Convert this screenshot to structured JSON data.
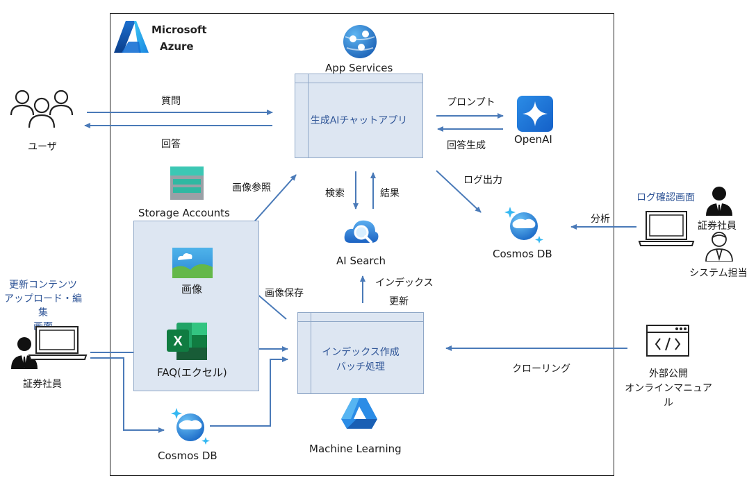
{
  "azure": {
    "line1": "Microsoft",
    "line2": "Azure"
  },
  "user": {
    "label": "ユーザ"
  },
  "edges": {
    "question": "質問",
    "answer": "回答",
    "prompt": "プロンプト",
    "answer_gen": "回答生成",
    "log_output": "ログ出力",
    "search": "検索",
    "result": "結果",
    "image_ref": "画像参照",
    "image_save": "画像保存",
    "index_update_1": "インデックス",
    "index_update_2": "更新",
    "analysis": "分析",
    "crawling": "クローリング"
  },
  "app_services": {
    "label": "App Services",
    "app": "生成AIチャットアプリ"
  },
  "openai": {
    "label": "OpenAI"
  },
  "cosmos_right": {
    "label": "Cosmos DB"
  },
  "cosmos_bottom": {
    "label": "Cosmos DB"
  },
  "ai_search": {
    "label": "AI Search"
  },
  "storage": {
    "label": "Storage Accounts",
    "image": "画像",
    "faq": "FAQ(エクセル)"
  },
  "batch": {
    "line1": "インデックス作成",
    "line2": "バッチ処理"
  },
  "ml": {
    "label": "Machine  Learning"
  },
  "log_screen": {
    "title": "ログ確認画面",
    "employee": "証券社員",
    "sysadmin": "システム担当"
  },
  "upload": {
    "line1": "更新コンテンツ",
    "line2": "アップロード・編集",
    "line3": "画面",
    "employee": "証券社員"
  },
  "external": {
    "line1": "外部公開",
    "line2": "オンラインマニュアル"
  },
  "colors": {
    "arrow": "#4a7ab8",
    "panel": "#dde6f2",
    "label_blue": "#2f5597"
  }
}
